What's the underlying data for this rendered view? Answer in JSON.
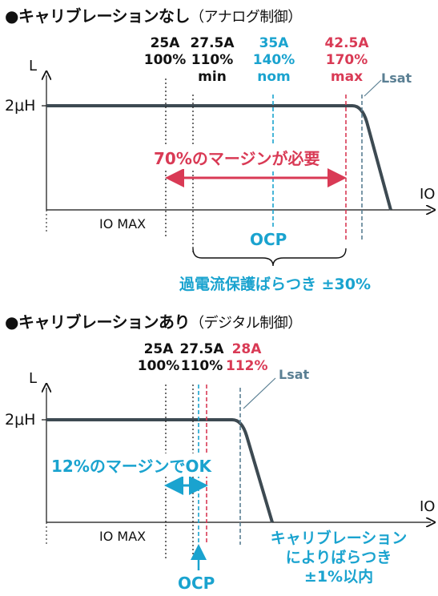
{
  "top": {
    "title": "●キャリブレーションなし",
    "note": "（アナログ制御）",
    "y_axis": "L",
    "x_axis": "IO",
    "inductance": "2μH",
    "io_max": "IO MAX",
    "cols": [
      {
        "current": "25A",
        "pct": "100%",
        "tag": ""
      },
      {
        "current": "27.5A",
        "pct": "110%",
        "tag": "min"
      },
      {
        "current": "35A",
        "pct": "140%",
        "tag": "nom"
      },
      {
        "current": "42.5A",
        "pct": "170%",
        "tag": "max"
      }
    ],
    "lsat": "Lsat",
    "margin_text": "70%のマージンが必要",
    "ocp": "OCP",
    "variation": "過電流保護ばらつき ±30%"
  },
  "bottom": {
    "title": "●キャリブレーションあり",
    "note": "（デジタル制御）",
    "y_axis": "L",
    "x_axis": "IO",
    "inductance": "2μH",
    "io_max": "IO MAX",
    "cols": [
      {
        "current": "25A",
        "pct": "100%"
      },
      {
        "current": "27.5A",
        "pct": "110%"
      },
      {
        "current": "28A",
        "pct": "112%"
      }
    ],
    "lsat": "Lsat",
    "margin_text": "12%のマージンでOK",
    "ocp": "OCP",
    "calib_line1": "キャリブレーション",
    "calib_line2": "によりばらつき",
    "calib_line3": "±1%以内"
  },
  "colors": {
    "cyan": "#1aa3cf",
    "red": "#d93a55",
    "slate": "#5a7f93",
    "curve": "#3d4a52"
  }
}
